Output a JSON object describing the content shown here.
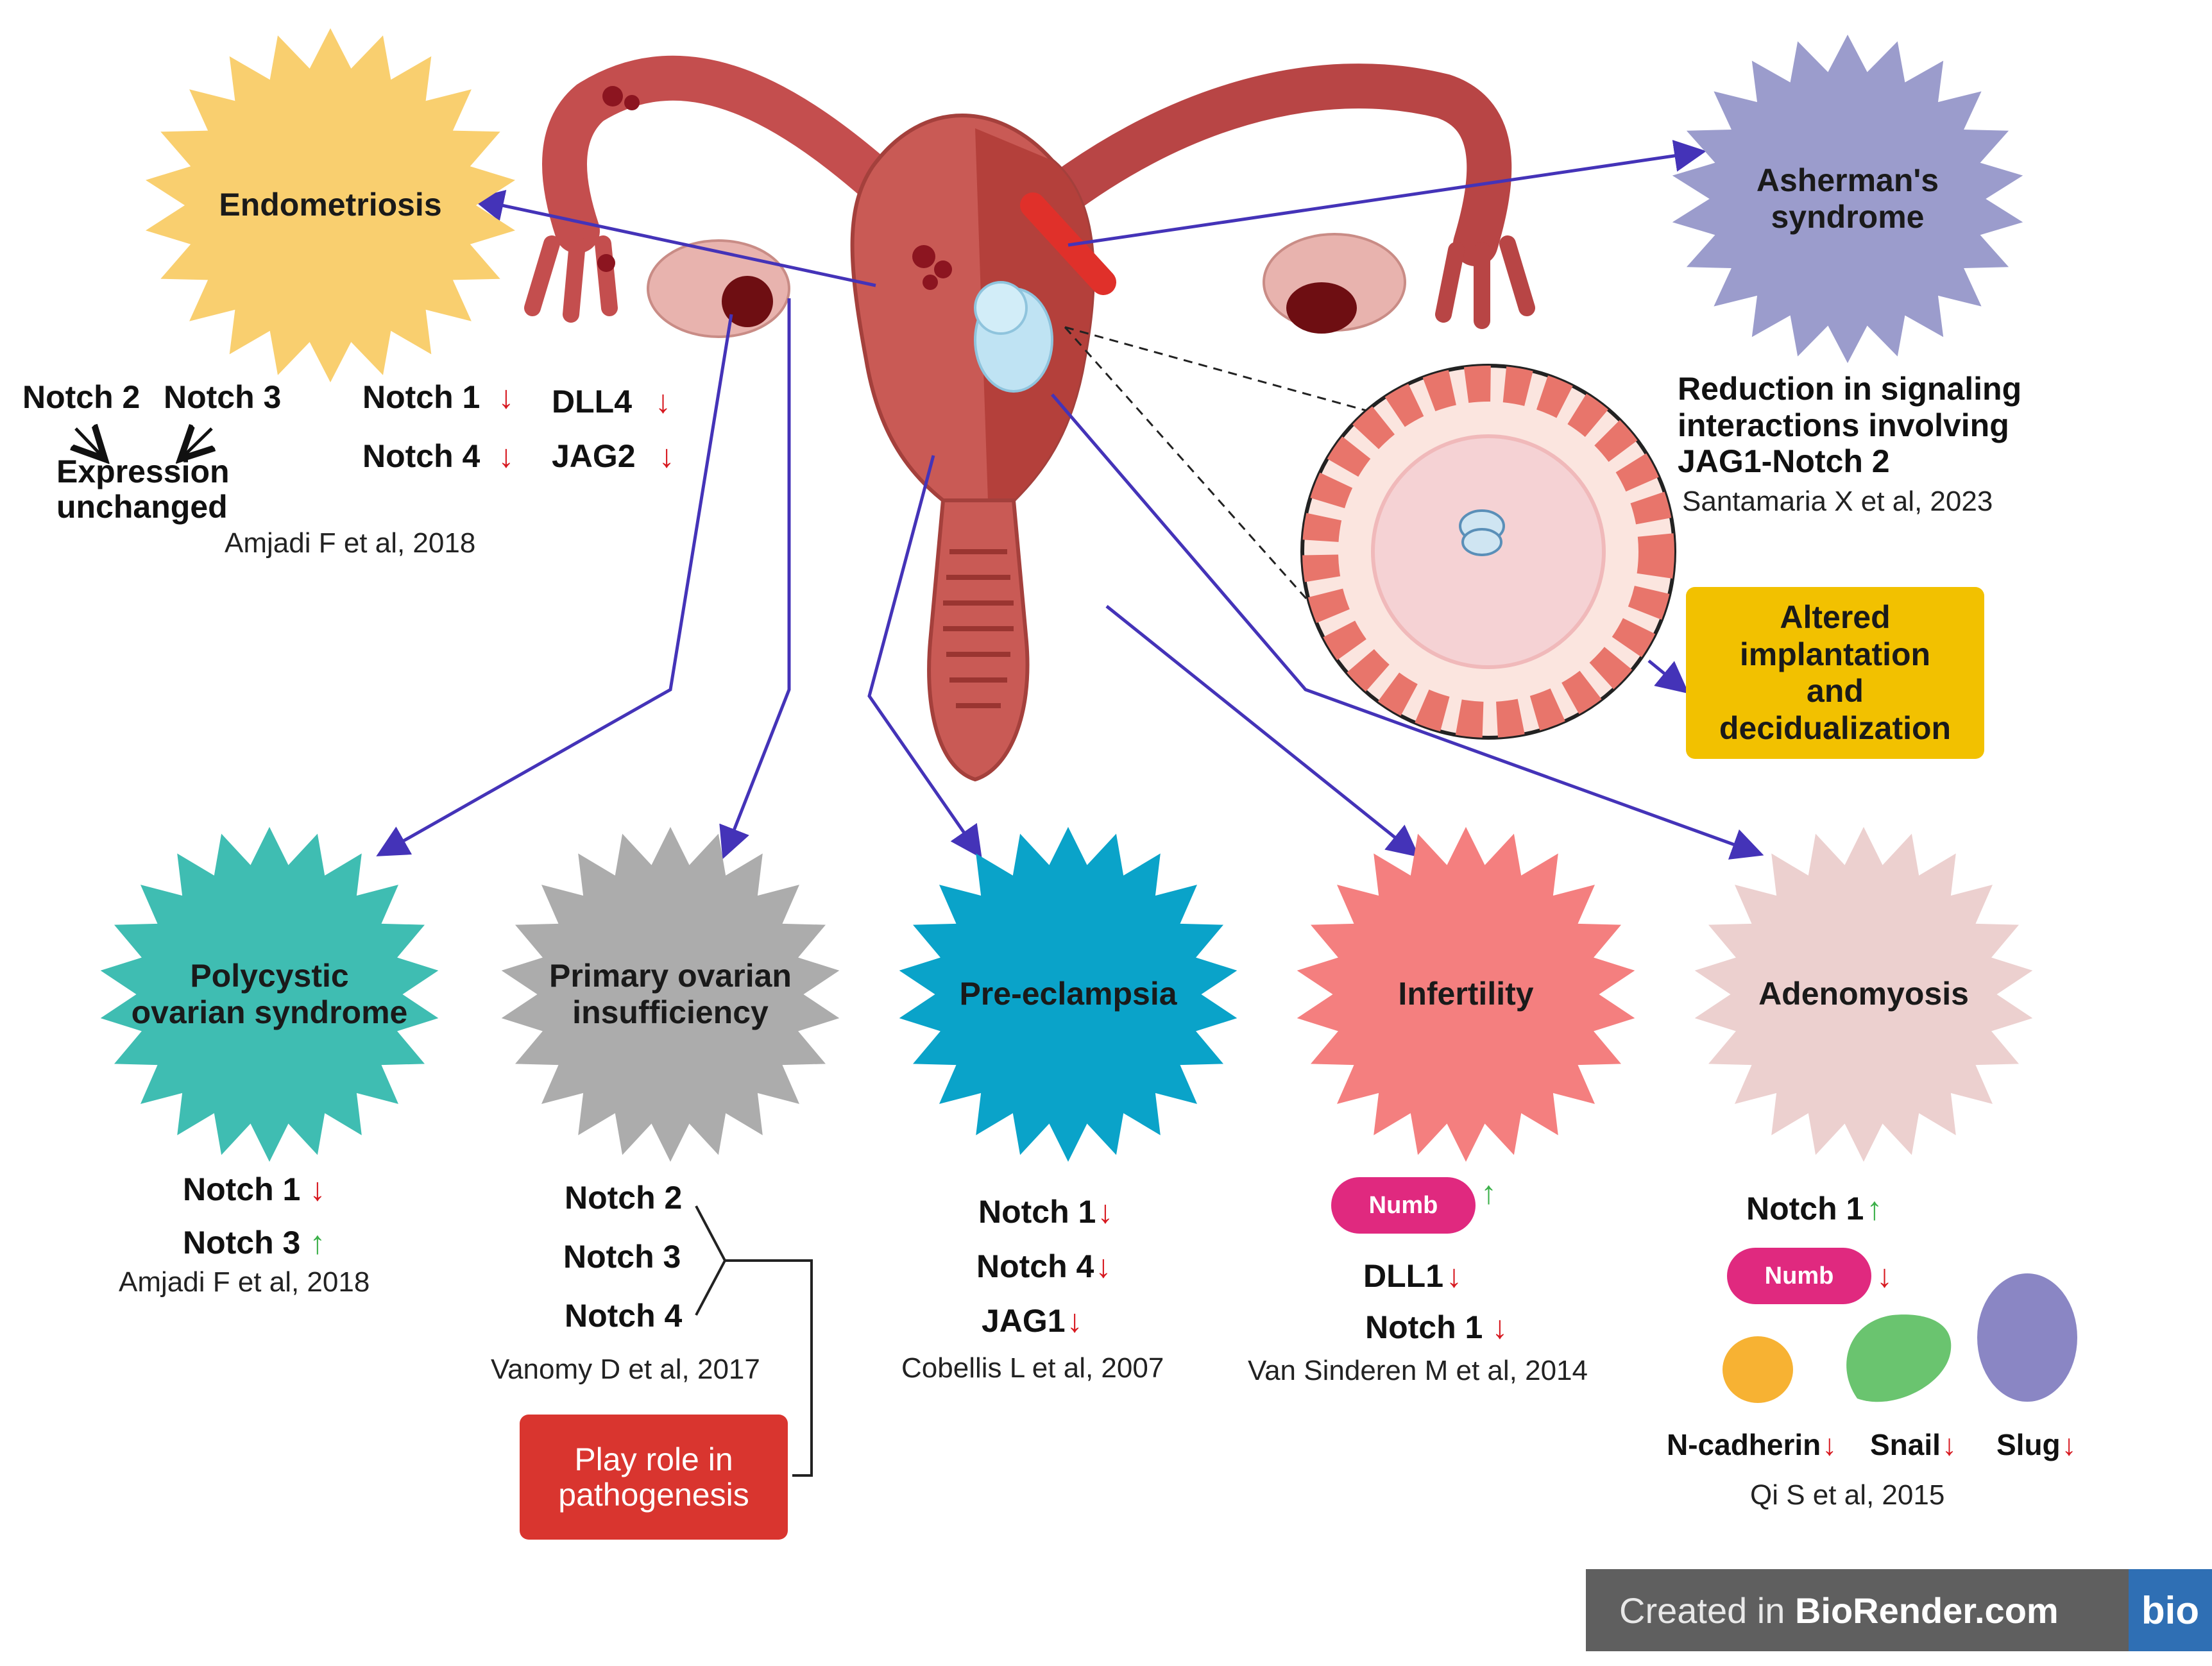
{
  "conditions": {
    "endometriosis": {
      "label": "Endometriosis",
      "notch2": "Notch 2",
      "notch3": "Notch 3",
      "unchanged": "Expression\nunchanged",
      "notch1": "Notch 1",
      "notch4": "Notch 4",
      "dll4": "DLL4",
      "jag2": "JAG2",
      "citation": "Amjadi F et al, 2018"
    },
    "asherman": {
      "label": "Asherman's\nsyndrome",
      "finding": "Reduction in signaling\ninteractions involving\nJAG1-Notch 2",
      "citation": "Santamaria X et al, 2023"
    },
    "implantation": {
      "label": "Altered\nimplantation\nand\ndecidualization"
    },
    "pcos": {
      "label": "Polycystic\novarian syndrome",
      "notch1": "Notch 1",
      "notch3": "Notch 3",
      "citation": "Amjadi F et al, 2018"
    },
    "poi": {
      "label": "Primary ovarian\ninsufficiency",
      "notch2": "Notch 2",
      "notch3": "Notch 3",
      "notch4": "Notch 4",
      "citation": "Vanomy D et al, 2017",
      "role": "Play role in\npathogenesis"
    },
    "preeclampsia": {
      "label": "Pre-eclampsia",
      "notch1": "Notch 1",
      "notch4": "Notch 4",
      "jag1": "JAG1",
      "citation": "Cobellis L et al, 2007"
    },
    "infertility": {
      "label": "Infertility",
      "numb": "Numb",
      "dll1": "DLL1",
      "notch1": "Notch 1",
      "citation": "Van Sinderen M et al, 2014"
    },
    "adenomyosis": {
      "label": "Adenomyosis",
      "notch1": "Notch 1",
      "numb": "Numb",
      "ncadherin": "N-cadherin",
      "snail": "Snail",
      "slug": "Slug",
      "citation": "Qi S et al, 2015"
    }
  },
  "arrows": {
    "down": "↓",
    "up": "↑"
  },
  "credit": {
    "prefix": "Created in ",
    "brand": "BioRender.com",
    "logo": "bio"
  },
  "colors": {
    "endometriosis": "#f9cf6f",
    "asherman": "#9b9ccc",
    "pcos": "#3fbdb2",
    "poi": "#acacac",
    "preeclampsia": "#0aa3c9",
    "infertility": "#f47f7f",
    "adenomyosis": "#ecd0cf",
    "connector": "#4433b8",
    "implantation_box": "#f2c100",
    "pathogenesis_box": "#d9352f"
  }
}
